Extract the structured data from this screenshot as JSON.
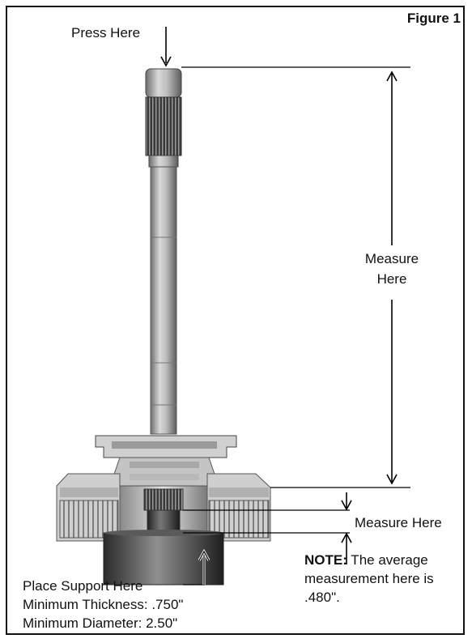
{
  "figure_title": "Figure 1",
  "press_label": "Press Here",
  "measure_top_line1": "Measure",
  "measure_top_line2": "Here",
  "measure_small": "Measure Here",
  "support_label": "Place Support Here",
  "min_thickness": "Minimum Thickness: .750\"",
  "min_diameter": "Minimum Diameter: 2.50\"",
  "note_label": "NOTE:",
  "note_text": " The average measurement here is .480\"."
}
